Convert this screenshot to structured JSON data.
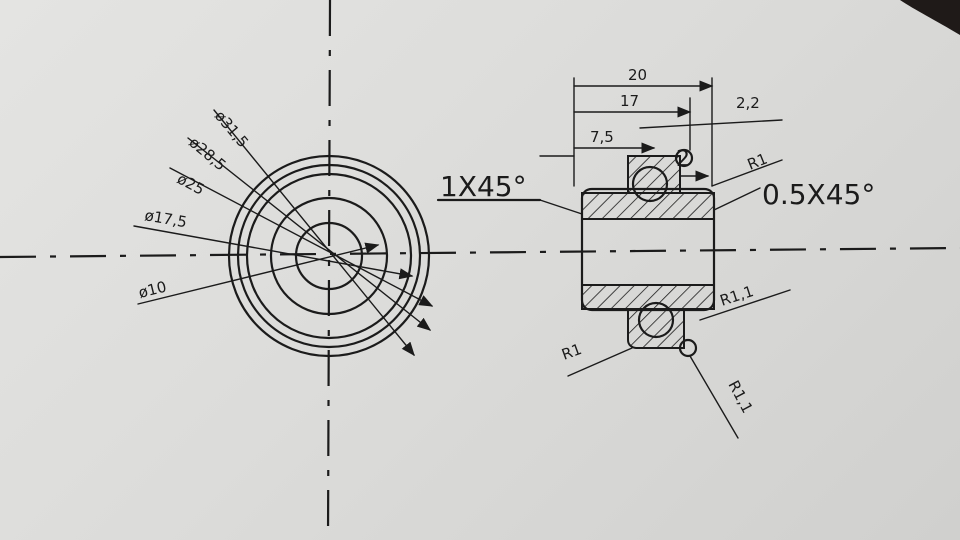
{
  "front_view": {
    "diameters": [
      "ø31,5",
      "ø28,5",
      "ø25",
      "ø17,5",
      "ø10"
    ]
  },
  "section_view": {
    "dim_overall_width": "20",
    "dim_inner_width": "17",
    "dim_groove_offset": "7,5",
    "dim_groove_width": "2",
    "dim_small_offset": "2,2",
    "chamfer_left": "1X45°",
    "chamfer_right": "0.5X45°",
    "radius_top": "R1",
    "radius_right": "R1,1",
    "radius_bottom_left": "R1",
    "radius_bottom_right": "R1,1"
  }
}
